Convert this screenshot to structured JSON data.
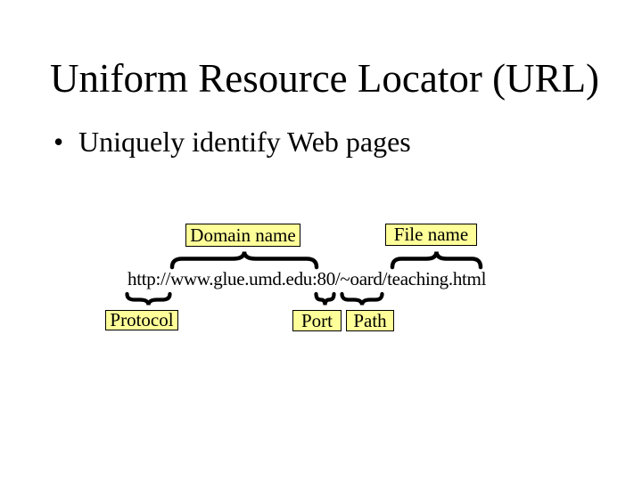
{
  "slide": {
    "title": "Uniform Resource Locator (URL)",
    "bullet_marker": "•",
    "bullet": "Uniquely identify Web pages",
    "url": "http://www.glue.umd.edu:80/~oard/teaching.html",
    "labels": {
      "domain": "Domain name",
      "file": "File name",
      "protocol": "Protocol",
      "port": "Port",
      "path": "Path"
    },
    "colors": {
      "background": "#FFFFFF",
      "text": "#000000",
      "label_bg": "#FFFF99",
      "label_border": "#000000",
      "brace": "#000000"
    }
  }
}
